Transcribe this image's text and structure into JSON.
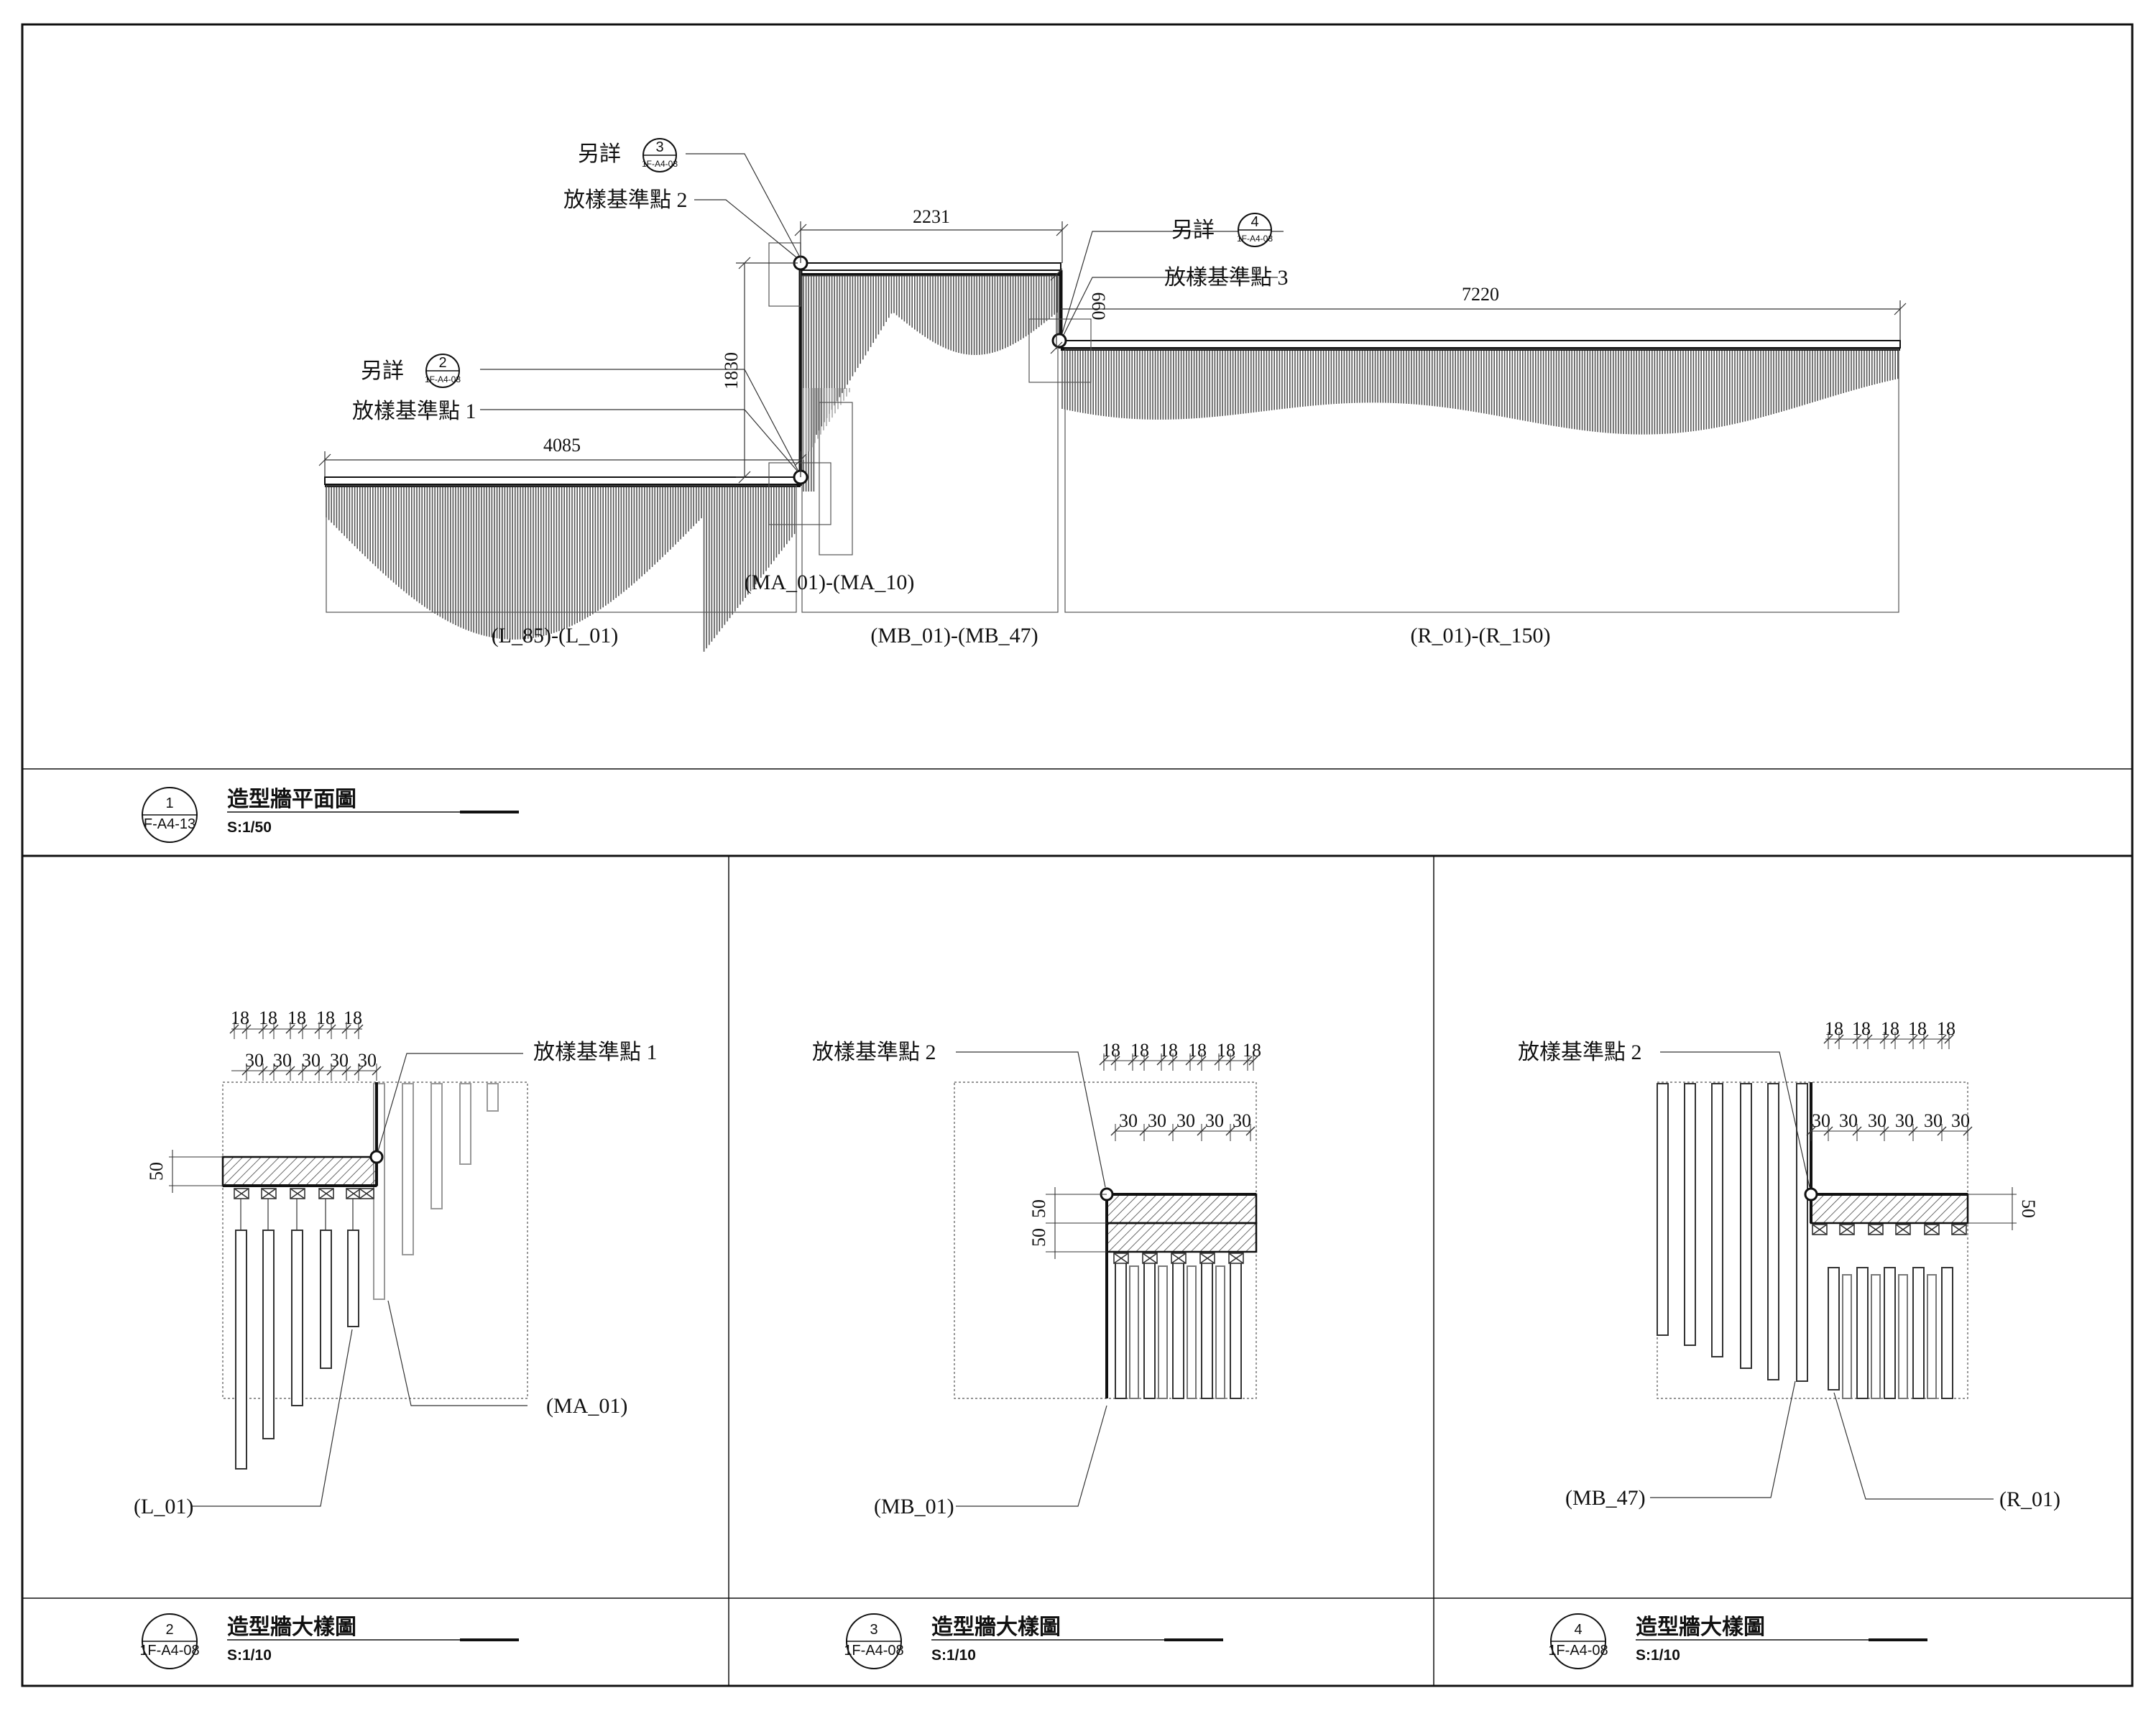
{
  "plan": {
    "detail_ref_3": {
      "label": "另詳",
      "num": "3",
      "sheet": "1F-A4-08"
    },
    "detail_ref_2": {
      "label": "另詳",
      "num": "2",
      "sheet": "1F-A4-08"
    },
    "detail_ref_4": {
      "label": "另詳",
      "num": "4",
      "sheet": "1F-A4-08"
    },
    "ref_point_1": "放樣基準點 1",
    "ref_point_2": "放樣基準點 2",
    "ref_point_3": "放樣基準點 3",
    "dim_left": "4085",
    "dim_mid": "2231",
    "dim_right": "7220",
    "dim_v_1830": "1830",
    "dim_v_660": "660",
    "range_ma": "(MA_01)-(MA_10)",
    "range_l": "(L_85)-(L_01)",
    "range_mb": "(MB_01)-(MB_47)",
    "range_r": "(R_01)-(R_150)",
    "title": {
      "num": "1",
      "sheet": "F-A4-13",
      "name": "造型牆平面圖",
      "scale": "S:1/50"
    }
  },
  "detail_2": {
    "dims_18": [
      "18",
      "18",
      "18",
      "18",
      "18"
    ],
    "dims_30": [
      "30",
      "30",
      "30",
      "30",
      "30"
    ],
    "dim_50": "50",
    "ref_point": "放樣基準點 1",
    "label_ma": "(MA_01)",
    "label_l": "(L_01)",
    "title": {
      "num": "2",
      "sheet": "1F-A4-08",
      "name": "造型牆大樣圖",
      "scale": "S:1/10"
    }
  },
  "detail_3": {
    "dims_18": [
      "18",
      "18",
      "18",
      "18",
      "18",
      "18"
    ],
    "dims_30": [
      "30",
      "30",
      "30",
      "30",
      "30"
    ],
    "dim_50a": "50",
    "dim_50b": "50",
    "ref_point": "放樣基準點 2",
    "label_mb": "(MB_01)",
    "title": {
      "num": "3",
      "sheet": "1F-A4-08",
      "name": "造型牆大樣圖",
      "scale": "S:1/10"
    }
  },
  "detail_4": {
    "dims_18": [
      "18",
      "18",
      "18",
      "18",
      "18"
    ],
    "dims_30": [
      "30",
      "30",
      "30",
      "30",
      "30",
      "30"
    ],
    "dim_50": "50",
    "ref_point": "放樣基準點 2",
    "label_mb": "(MB_47)",
    "label_r": "(R_01)",
    "title": {
      "num": "4",
      "sheet": "1F-A4-08",
      "name": "造型牆大樣圖",
      "scale": "S:1/10"
    }
  }
}
